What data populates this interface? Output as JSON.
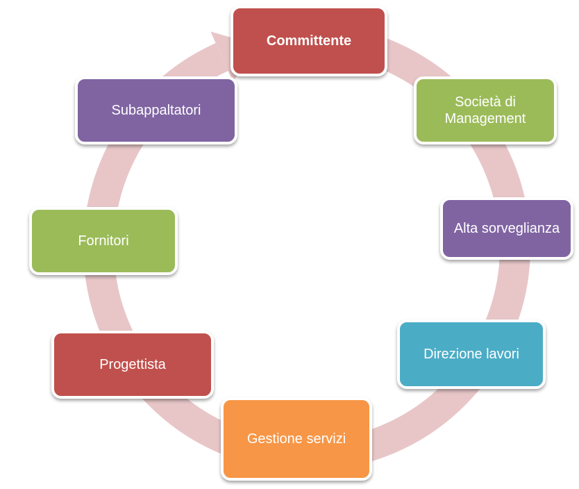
{
  "diagram": {
    "type": "cycle",
    "ring_color": "#e8c6c8",
    "nodes": [
      {
        "label": "Committente",
        "color": "#c0504d",
        "bold": true
      },
      {
        "label": "Società di\nManagement",
        "color": "#9bbb59",
        "bold": false
      },
      {
        "label": "Alta sorveglianza",
        "color": "#8064a2",
        "bold": false
      },
      {
        "label": "Direzione lavori",
        "color": "#4bacc6",
        "bold": false
      },
      {
        "label": "Gestione servizi",
        "color": "#f79646",
        "bold": false
      },
      {
        "label": "Progettista",
        "color": "#c0504d",
        "bold": false
      },
      {
        "label": "Fornitori",
        "color": "#9bbb59",
        "bold": false
      },
      {
        "label": "Subappaltatori",
        "color": "#8064a2",
        "bold": false
      }
    ]
  }
}
